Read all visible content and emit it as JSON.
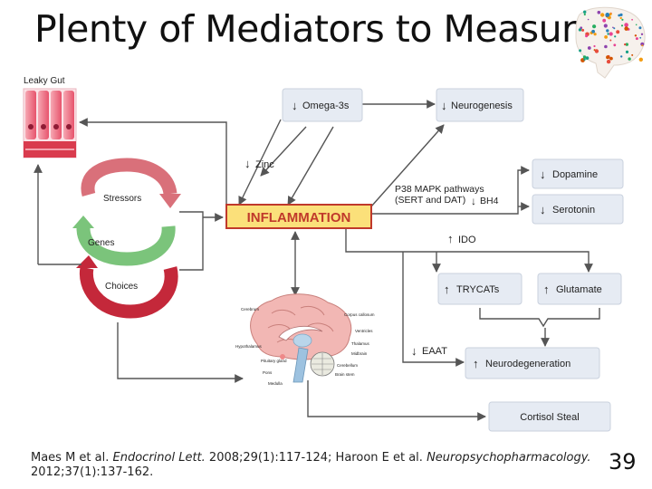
{
  "slide": {
    "title": "Plenty of Mediators to Measure",
    "page_number": "39"
  },
  "citation": {
    "part1": "Maes M et al. ",
    "journal1": "Endocrinol Lett.",
    "part2": " 2008;29(1):117-124; Haroon E et al. ",
    "journal2": "Neuropsychopharmacology.",
    "part3": " 2012;37(1):137-162."
  },
  "diagram": {
    "leaky_gut": "Leaky Gut",
    "cycle": {
      "stressors": "Stressors",
      "genes": "Genes",
      "choices": "Choices"
    },
    "center": "INFLAMMATION",
    "omega3": "Omega-3s",
    "neurogenesis": "Neurogenesis",
    "zinc": "Zinc",
    "p38_line1": "P38 MAPK pathways",
    "p38_line2": "(SERT and DAT)",
    "bh4": "BH4",
    "dopamine": "Dopamine",
    "serotonin": "Serotonin",
    "ido": "IDO",
    "trycats": "TRYCATs",
    "glutamate": "Glutamate",
    "eaat": "EAAT",
    "neurodegeneration": "Neurodegeneration",
    "cortisol_steal": "Cortisol Steal",
    "brain_labels": {
      "cerebrum": "Cerebrum",
      "corpus_callosum": "Corpus callosum",
      "ventricles": "Ventricles",
      "thalamus": "Thalamus",
      "hypothalamus": "Hypothalamus",
      "midbrain": "Midbrain",
      "pituitary": "Pituitary gland",
      "pons": "Pons",
      "cerebellum": "Cerebellum",
      "medulla": "Medulla",
      "brain_stem": "Brain stem"
    }
  },
  "colors": {
    "box_fill": "#e6ebf3",
    "box_stroke": "#c9d1de",
    "center_fill": "#fbe07a",
    "center_stroke": "#c0392b",
    "center_text": "#c0392b",
    "stressors_arrow": "#d9707a",
    "genes_arrow": "#7bc47b",
    "choices_arrow": "#c4283a",
    "line": "#555555"
  }
}
